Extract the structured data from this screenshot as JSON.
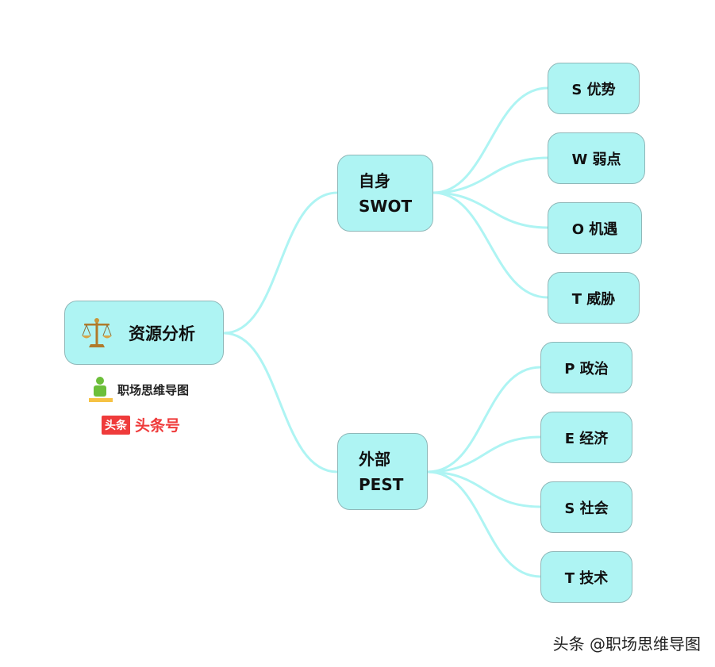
{
  "root": {
    "label": "资源分析",
    "icon": "balance-scale-icon"
  },
  "branches": [
    {
      "label_line1": "自身",
      "label_line2": "SWOT",
      "children": [
        "S 优势",
        "W 弱点",
        "O 机遇",
        "T 威胁"
      ]
    },
    {
      "label_line1": "外部",
      "label_line2": "PEST",
      "children": [
        "P 政治",
        "E 经济",
        "S 社会",
        "T 技术"
      ]
    }
  ],
  "logos": {
    "mindmap_brand": "职场思维导图",
    "toutiao_badge": "头条",
    "toutiao_text": "头条号"
  },
  "watermark": "头条 @职场思维导图",
  "colors": {
    "node_fill": "#aef4f3",
    "node_border": "#8fb7b8",
    "connector": "#aef4f3",
    "toutiao_red": "#ef3b3b"
  }
}
